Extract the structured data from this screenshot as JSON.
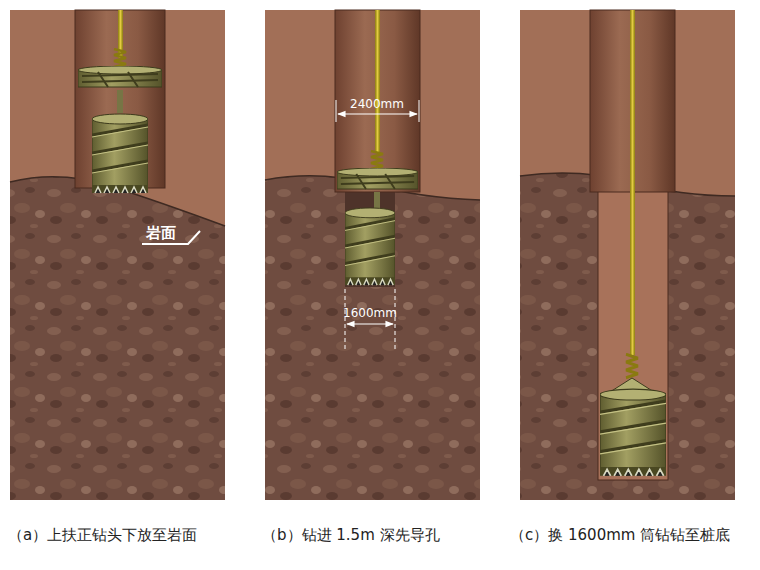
{
  "diagram": {
    "labels": [
      "岩面",
      "2400mm",
      "1600mm",
      "（a）上扶正钻头下放至岩面",
      "（b）钻进 1.5m 深先导孔",
      "（c）换 1600mm 筒钻钻至桩底"
    ]
  }
}
